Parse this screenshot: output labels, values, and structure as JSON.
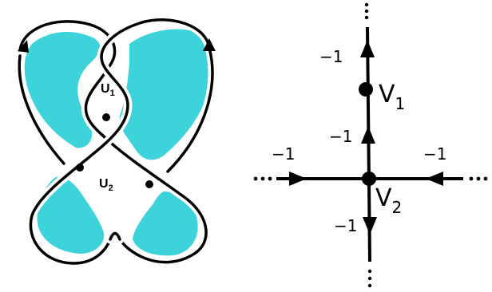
{
  "colors": {
    "fill": "#3dd3da",
    "stroke": "#000000",
    "background": "#ffffff"
  },
  "knot": {
    "regions": [
      {
        "main": "U",
        "sub": "1"
      },
      {
        "main": "U",
        "sub": "2"
      }
    ]
  },
  "graph": {
    "vertices": [
      {
        "main": "V",
        "sub": "1"
      },
      {
        "main": "V",
        "sub": "2"
      }
    ],
    "edge_weights": [
      "−1",
      "−1",
      "−1",
      "−1",
      "−1"
    ]
  }
}
